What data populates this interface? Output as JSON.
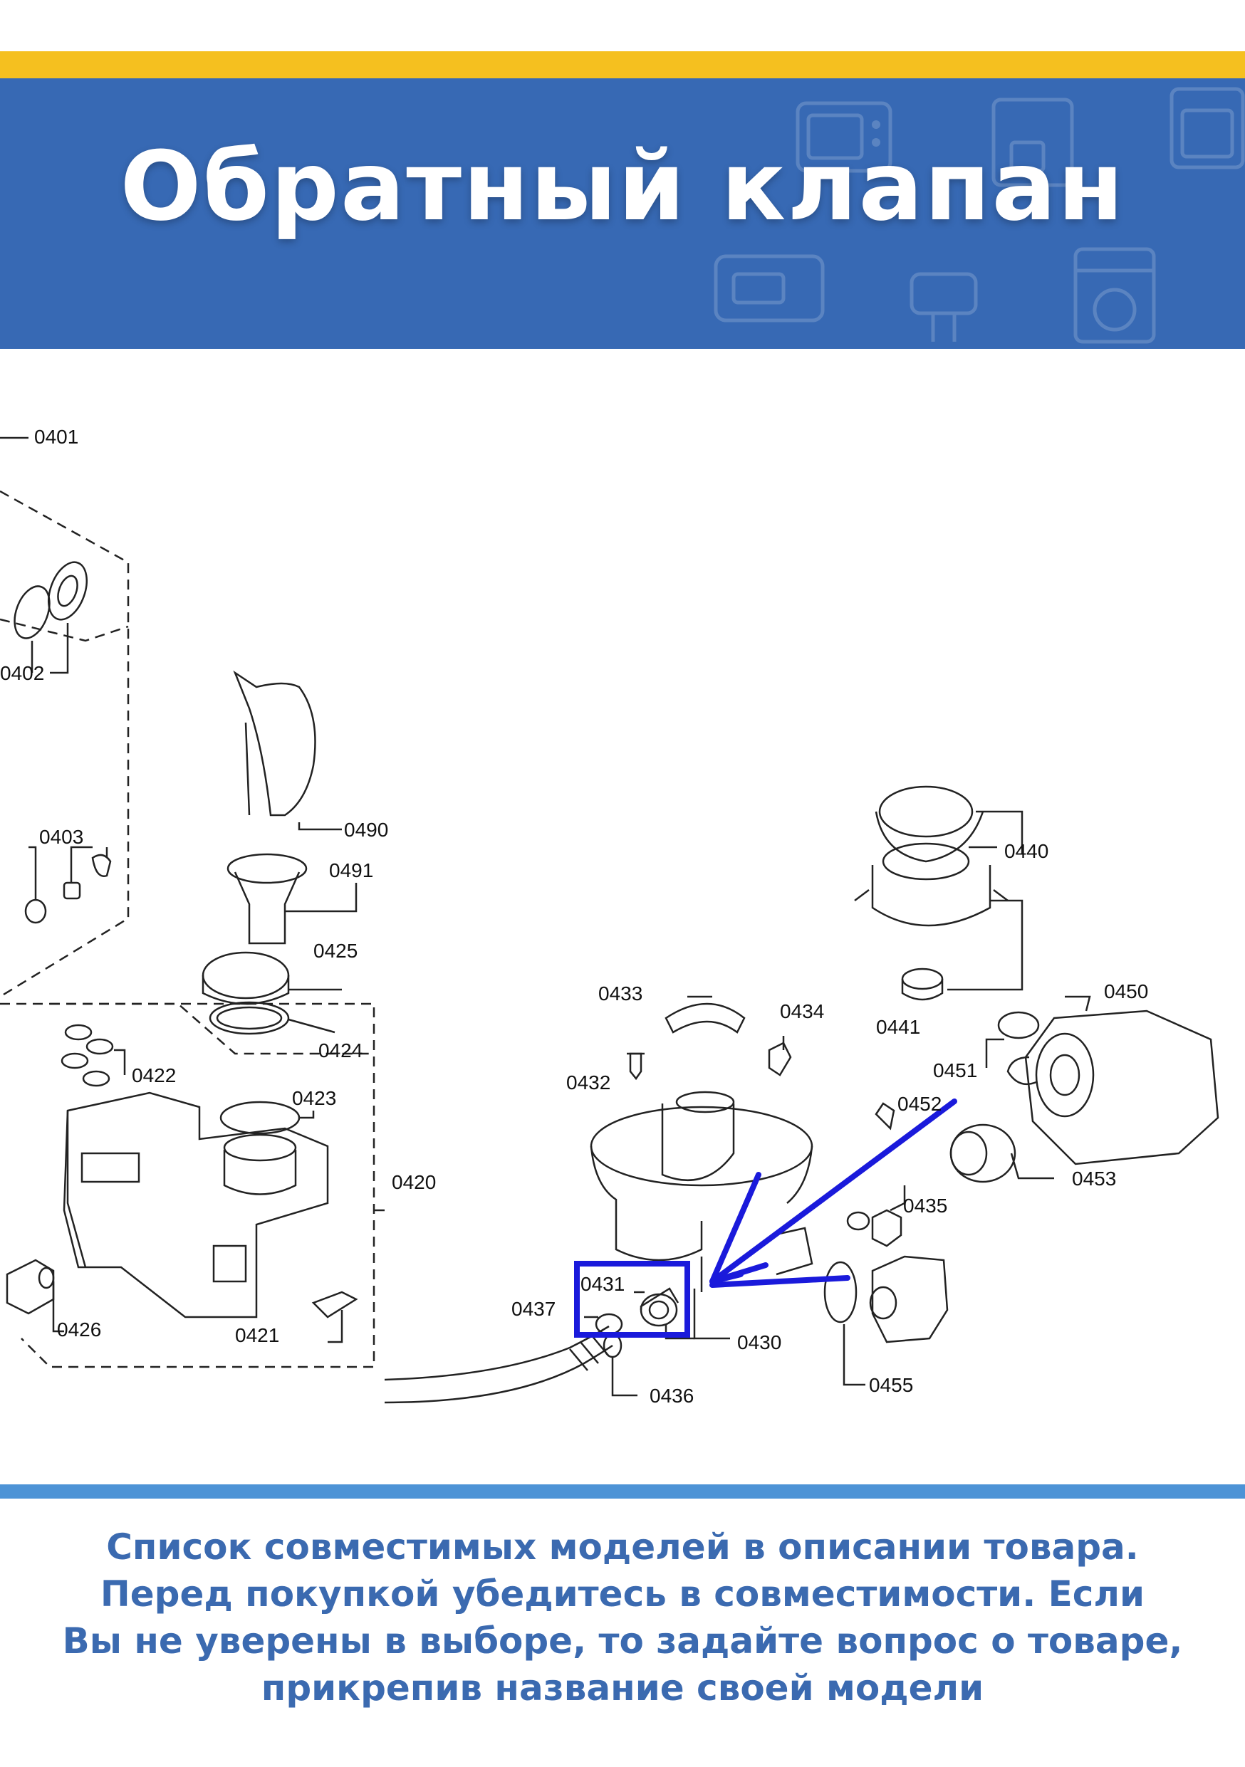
{
  "header": {
    "title": "Обратный клапан"
  },
  "diagram": {
    "part_labels": {
      "p0401": "0401",
      "p0402": "0402",
      "p0403": "0403",
      "p0490": "0490",
      "p0491": "0491",
      "p0425": "0425",
      "p0424": "0424",
      "p0422": "0422",
      "p0423": "0423",
      "p0420": "0420",
      "p0426": "0426",
      "p0421": "0421",
      "p0433": "0433",
      "p0434": "0434",
      "p0432": "0432",
      "p0440": "0440",
      "p0441": "0441",
      "p0450": "0450",
      "p0451": "0451",
      "p0452": "0452",
      "p0453": "0453",
      "p0435": "0435",
      "p0455": "0455",
      "p0431": "0431",
      "p0437": "0437",
      "p0430": "0430",
      "p0436": "0436"
    },
    "highlighted_part": "0431",
    "highlight_color": "#1a1adb"
  },
  "footer": {
    "lines": [
      "Список совместимых моделей в описании товара.",
      "Перед покупкой убедитесь в совместимости. Если",
      "Вы не уверены в выборе, то задайте вопрос о товаре,",
      "прикрепив название своей модели"
    ]
  },
  "colors": {
    "brand_blue": "#3769b4",
    "accent_yellow": "#f5c01f",
    "footer_stripe": "#4d93d6",
    "footer_text": "#3b6ab0"
  }
}
